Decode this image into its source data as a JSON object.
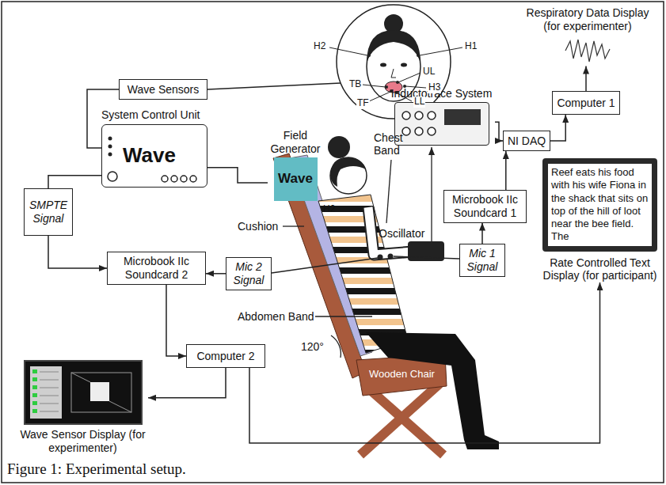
{
  "diagram": {
    "caption": "Figure 1: Experimental setup.",
    "nodes": [
      {
        "text": [
          "Wave Sensors"
        ]
      },
      {
        "text": [
          "System Control Unit",
          "Wave"
        ]
      },
      {
        "text": [
          "Field Generator",
          "Wave"
        ]
      },
      {
        "text": [
          "SMPTE Signal"
        ]
      },
      {
        "text": [
          "Microbook IIc Soundcard 2"
        ]
      },
      {
        "text": [
          "Mic 2 Signal"
        ]
      },
      {
        "text": [
          "Computer 2"
        ]
      },
      {
        "text": [
          "Wave Sensor Display (for experimenter)"
        ]
      },
      {
        "text": [
          "Inductotrace System"
        ]
      },
      {
        "text": [
          "NI DAQ"
        ]
      },
      {
        "text": [
          "Computer 1"
        ]
      },
      {
        "text": [
          "Respiratory Data Display (for experimenter)"
        ]
      },
      {
        "text": [
          "Microbook IIc Soundcard 1"
        ]
      },
      {
        "text": [
          "Mic 1 Signal"
        ]
      },
      {
        "text": [
          "Reef eats his food with his wife Fiona in the shack that sits on top of the hill of loot near the bee field. The",
          "Rate Controlled Text Display (for participant)"
        ]
      }
    ],
    "edges": [
      {
        "from": 0,
        "to": 1,
        "arrow": "none"
      },
      {
        "from": 1,
        "to": 2,
        "arrow": "none"
      },
      {
        "from": 1,
        "to": 3,
        "arrow": "none"
      },
      {
        "from": 3,
        "to": 4,
        "arrow": "to"
      },
      {
        "from": 5,
        "to": 4,
        "arrow": "to"
      },
      {
        "from": 4,
        "to": 6,
        "arrow": "to"
      },
      {
        "from": 6,
        "to": 7,
        "arrow": "to"
      },
      {
        "from": 6,
        "to": 14,
        "arrow": "to"
      },
      {
        "from": 13,
        "to": 12,
        "arrow": "to"
      },
      {
        "from": 12,
        "to": 9,
        "arrow": "to"
      },
      {
        "from": 8,
        "to": 9,
        "arrow": "to"
      },
      {
        "from": 9,
        "to": 10,
        "arrow": "to"
      },
      {
        "from": 10,
        "to": 11,
        "arrow": "to"
      }
    ],
    "labels": [
      "H2",
      "H1",
      "UL",
      "H3",
      "TB",
      "TF",
      "LL",
      "Chest Band",
      "Oscillator",
      "Cushion",
      "H2",
      "Abdomen Band",
      "120°",
      "Wooden Chair"
    ]
  }
}
